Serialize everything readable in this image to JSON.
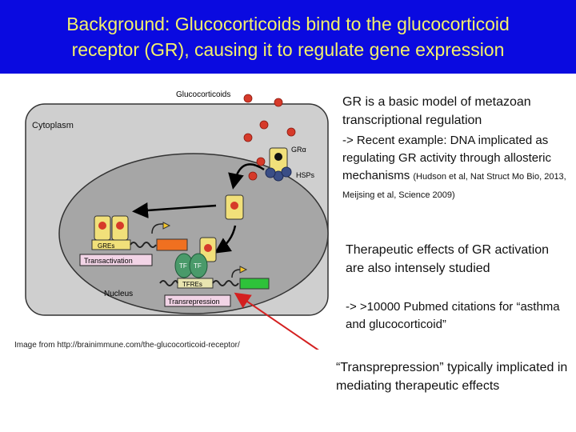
{
  "slide": {
    "title_line1": "Background: Glucocorticoids bind to the glucocorticoid",
    "title_line2": "receptor (GR), causing it to regulate gene expression",
    "colors": {
      "header_bg": "#0a0ae0",
      "title_text": "#f4f16a",
      "arrow": "#d42020"
    }
  },
  "diagram": {
    "glucocorticoids_label": "Glucocorticoids",
    "cytoplasm_label": "Cytoplasm",
    "gr_label": "GRα",
    "hsps_label": "HSPs",
    "nucleus_label": "Nucleus",
    "gres_label": "GREs",
    "transactivation_label": "Transactivation",
    "tf_label_1": "TF",
    "tf_label_2": "TF",
    "tfres_label": "TFREs",
    "transrepression_label": "Transrepression"
  },
  "caption": "Image from http://brainimmune.com/the-glucocorticoid-receptor/",
  "bullets": {
    "b1_text": "GR is a basic model of metazoan transcriptional regulation",
    "b2_main": "-> Recent example: DNA implicated as regulating GR activity through allosteric mechanisms ",
    "b2_small": "(Hudson et al, Nat Struct Mo Bio, 2013, Meijsing et al, Science 2009)",
    "b3_text": "Therapeutic effects of GR activation are also intensely studied",
    "b4_text": "->  >10000 Pubmed citations for “asthma and glucocorticoid”",
    "b5_text": "“Transprepression” typically implicated in mediating therapeutic effects"
  }
}
